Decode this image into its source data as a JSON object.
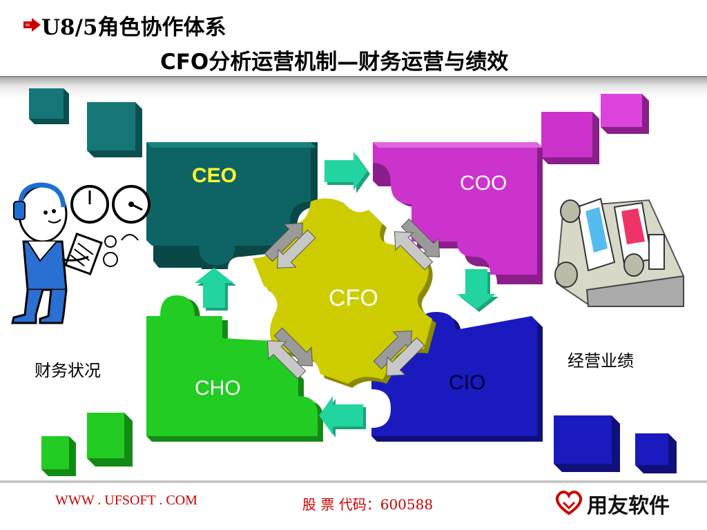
{
  "header": {
    "title_line1": "U8/5角色协作体系",
    "title_line2": "CFO分析运营机制—财务运营与绩效"
  },
  "diagram": {
    "center": "CFO",
    "pieces": {
      "ceo": "CEO",
      "coo": "COO",
      "cio": "CIO",
      "cho": "CHO"
    },
    "labels": {
      "left": "财务状况",
      "right": "经营业绩"
    }
  },
  "footer": {
    "website": "WWW . UFSOFT . COM",
    "stock_code": "股 票 代码：600588",
    "logo_text": "用友软件"
  },
  "colors": {
    "ceo": "#0e5f5f",
    "coo": "#cc33cc",
    "cfo": "#cccc00",
    "cio": "#1a1abf",
    "cho": "#22cc22",
    "arrow": "#22c99a",
    "accent_red": "#cc0000"
  },
  "icons": [
    "bullet-arrow-icon",
    "worker-with-clipboard-illustration",
    "gauges-icon",
    "printing-press-illustration",
    "yonyou-logo-icon"
  ]
}
